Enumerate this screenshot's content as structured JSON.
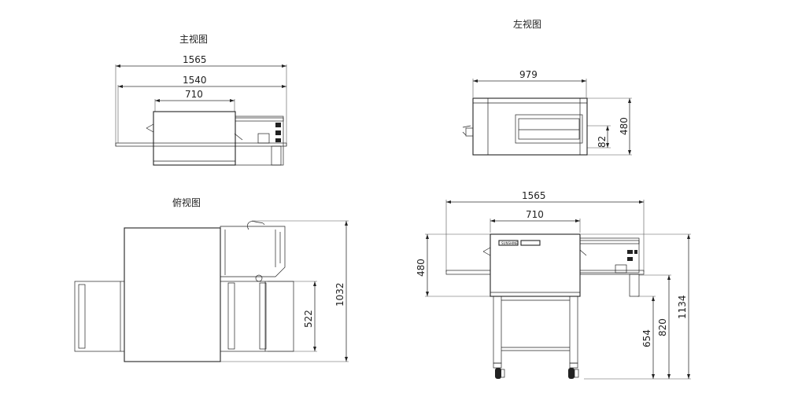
{
  "views": {
    "front": {
      "title": "主视图",
      "dims": {
        "overall_length": "1565",
        "belt_length": "1540",
        "chamber_width": "710"
      }
    },
    "left": {
      "title": "左视图",
      "dims": {
        "depth": "979",
        "height": "480",
        "opening": "82"
      }
    },
    "top": {
      "title": "俯视图",
      "dims": {
        "total_depth": "1032",
        "belt_width": "522"
      }
    },
    "stand": {
      "dims": {
        "overall_length": "1565",
        "chamber_width": "710",
        "oven_height": "480",
        "belt_height": "654",
        "top_height": "820",
        "total_height": "1134"
      }
    }
  },
  "nameplate": "SUNSHINE"
}
